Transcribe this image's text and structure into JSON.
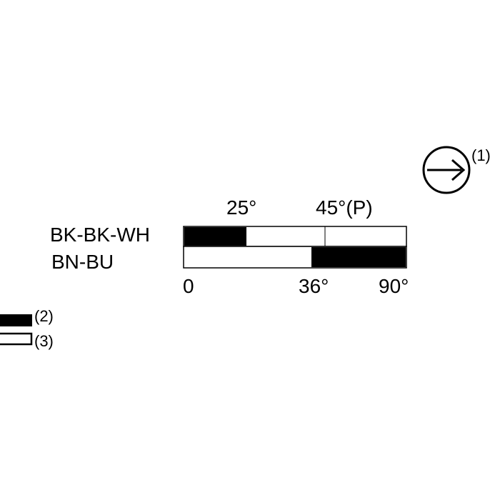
{
  "rows": [
    {
      "label": "BK-BK-WH",
      "segments": [
        {
          "from": 0,
          "to": 25,
          "state": "on"
        },
        {
          "from": 25,
          "to": 45,
          "state": "off"
        },
        {
          "from": 45,
          "to": 90,
          "state": "off"
        }
      ]
    },
    {
      "label": "BN-BU",
      "segments": [
        {
          "from": 0,
          "to": 36,
          "state": "off"
        },
        {
          "from": 36,
          "to": 90,
          "state": "on"
        }
      ]
    }
  ],
  "top_marks": {
    "m25": "25°",
    "m45": "45°(P)"
  },
  "bottom_marks": {
    "m0": "0",
    "m36": "36°",
    "m90": "90°"
  },
  "direction": {
    "icon": "arrow-right-circle-icon",
    "callout": "(1)"
  },
  "legend": {
    "filled": {
      "callout": "(2)",
      "color": "#000000"
    },
    "empty": {
      "callout": "(3)",
      "color": "#ffffff"
    }
  }
}
